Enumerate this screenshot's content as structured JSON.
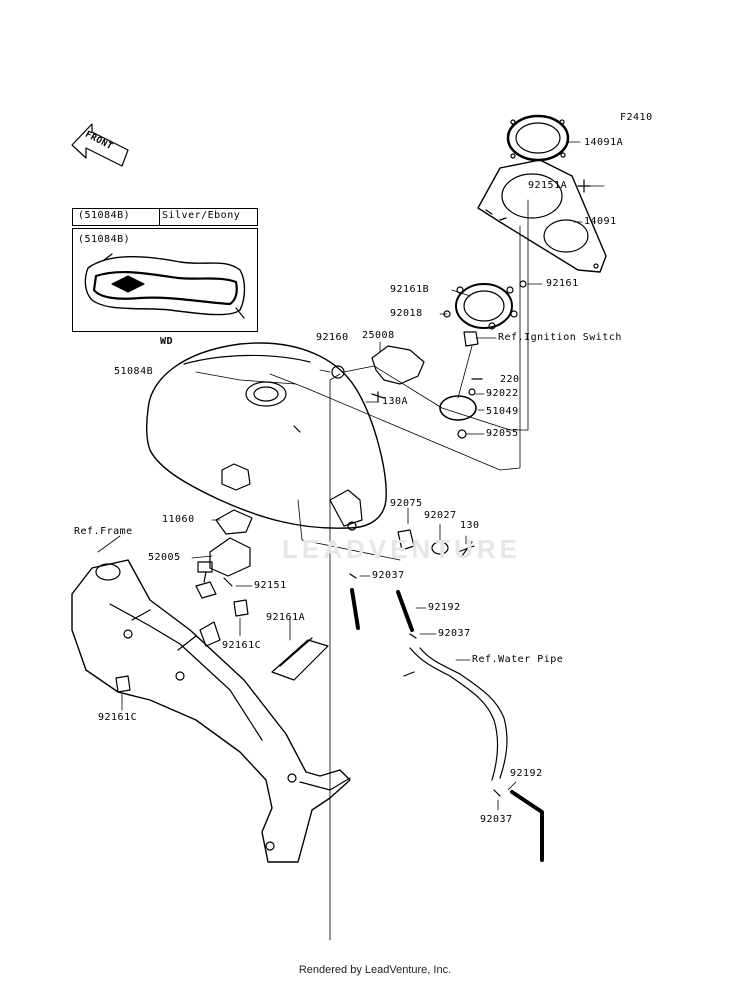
{
  "figure_code": "F2410",
  "watermark": "LEADVENTURE",
  "footer": "Rendered by LeadVenture, Inc.",
  "front_arrow": "FRONT",
  "color_table": {
    "part": "(51084B)",
    "color": "Silver/Ebony"
  },
  "inset_part": "(51084B)",
  "inset_caption": "WD",
  "labels": {
    "p14091A": "14091A",
    "p92151A": "92151A",
    "p14091": "14091",
    "p92161": "92161",
    "p92161B": "92161B",
    "p92018": "92018",
    "p92160": "92160",
    "p25008": "25008",
    "ref_ignition": "Ref.Ignition Switch",
    "p51084B": "51084B",
    "p220": "220",
    "p92022": "92022",
    "p130A": "130A",
    "p51049": "51049",
    "p92055": "92055",
    "p92075": "92075",
    "p92027": "92027",
    "p130": "130",
    "ref_frame": "Ref.Frame",
    "p11060": "11060",
    "p52005": "52005",
    "p92151": "92151",
    "p92037_a": "92037",
    "p92192_a": "92192",
    "p92161A": "92161A",
    "p92161C_a": "92161C",
    "p92037_b": "92037",
    "ref_water_pipe": "Ref.Water Pipe",
    "p92161C_b": "92161C",
    "p92192_b": "92192",
    "p92037_c": "92037"
  }
}
